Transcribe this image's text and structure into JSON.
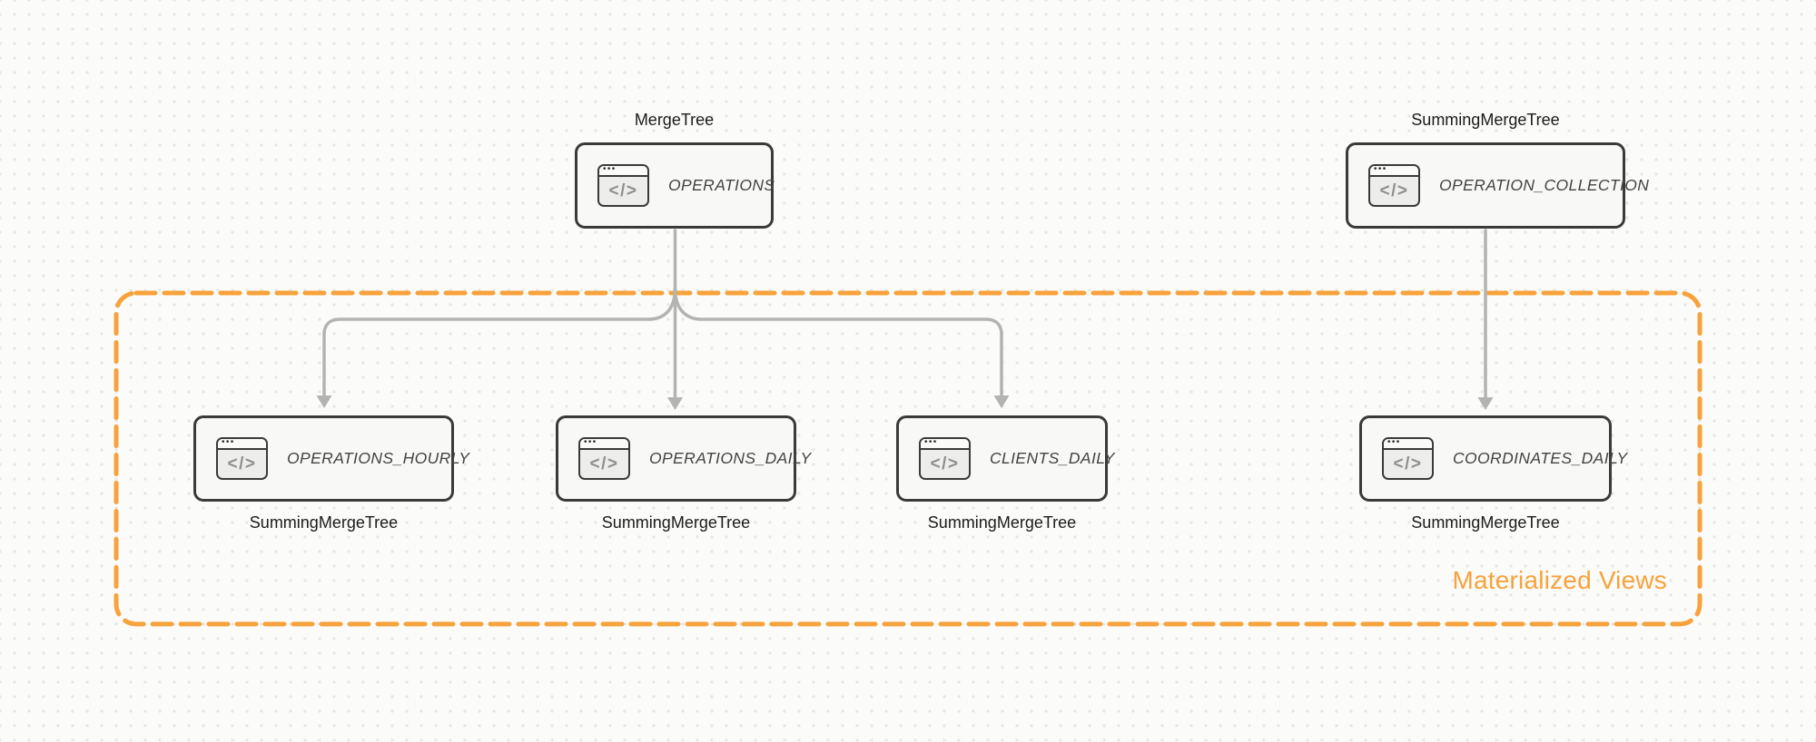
{
  "theme": {
    "canvas_bg": "#fbfbf9",
    "dot_color": "#e7e7e3",
    "box_border": "#3a3a3a",
    "box_bg": "#f8f9f7",
    "arrow_gray": "#b3b3b3",
    "accent_orange": "#f7a23b",
    "title_color": "#434343",
    "label_color": "#1b1b1b",
    "icon_glyph_color": "#8f8f8f"
  },
  "nodes": [
    {
      "id": "operations",
      "engine": "MergeTree",
      "name": "OPERATIONS"
    },
    {
      "id": "operation-collection",
      "engine": "SummingMergeTree",
      "name": "OPERATION_COLLECTION"
    },
    {
      "id": "operations-hourly",
      "engine": "SummingMergeTree",
      "name": "OPERATIONS_HOURLY"
    },
    {
      "id": "operations-daily",
      "engine": "SummingMergeTree",
      "name": "OPERATIONS_DAILY"
    },
    {
      "id": "clients-daily",
      "engine": "SummingMergeTree",
      "name": "CLIENTS_DAILY"
    },
    {
      "id": "coordinates-daily",
      "engine": "SummingMergeTree",
      "name": "COORDINATES_DAILY"
    }
  ],
  "icon": {
    "name": "code-window-icon",
    "glyph": "</>",
    "dots": "•••"
  },
  "group": {
    "label": "Materialized Views"
  },
  "edges": [
    {
      "from": "OPERATIONS",
      "to": "OPERATIONS_HOURLY"
    },
    {
      "from": "OPERATIONS",
      "to": "OPERATIONS_DAILY"
    },
    {
      "from": "OPERATIONS",
      "to": "CLIENTS_DAILY"
    },
    {
      "from": "OPERATION_COLLECTION",
      "to": "COORDINATES_DAILY"
    }
  ]
}
